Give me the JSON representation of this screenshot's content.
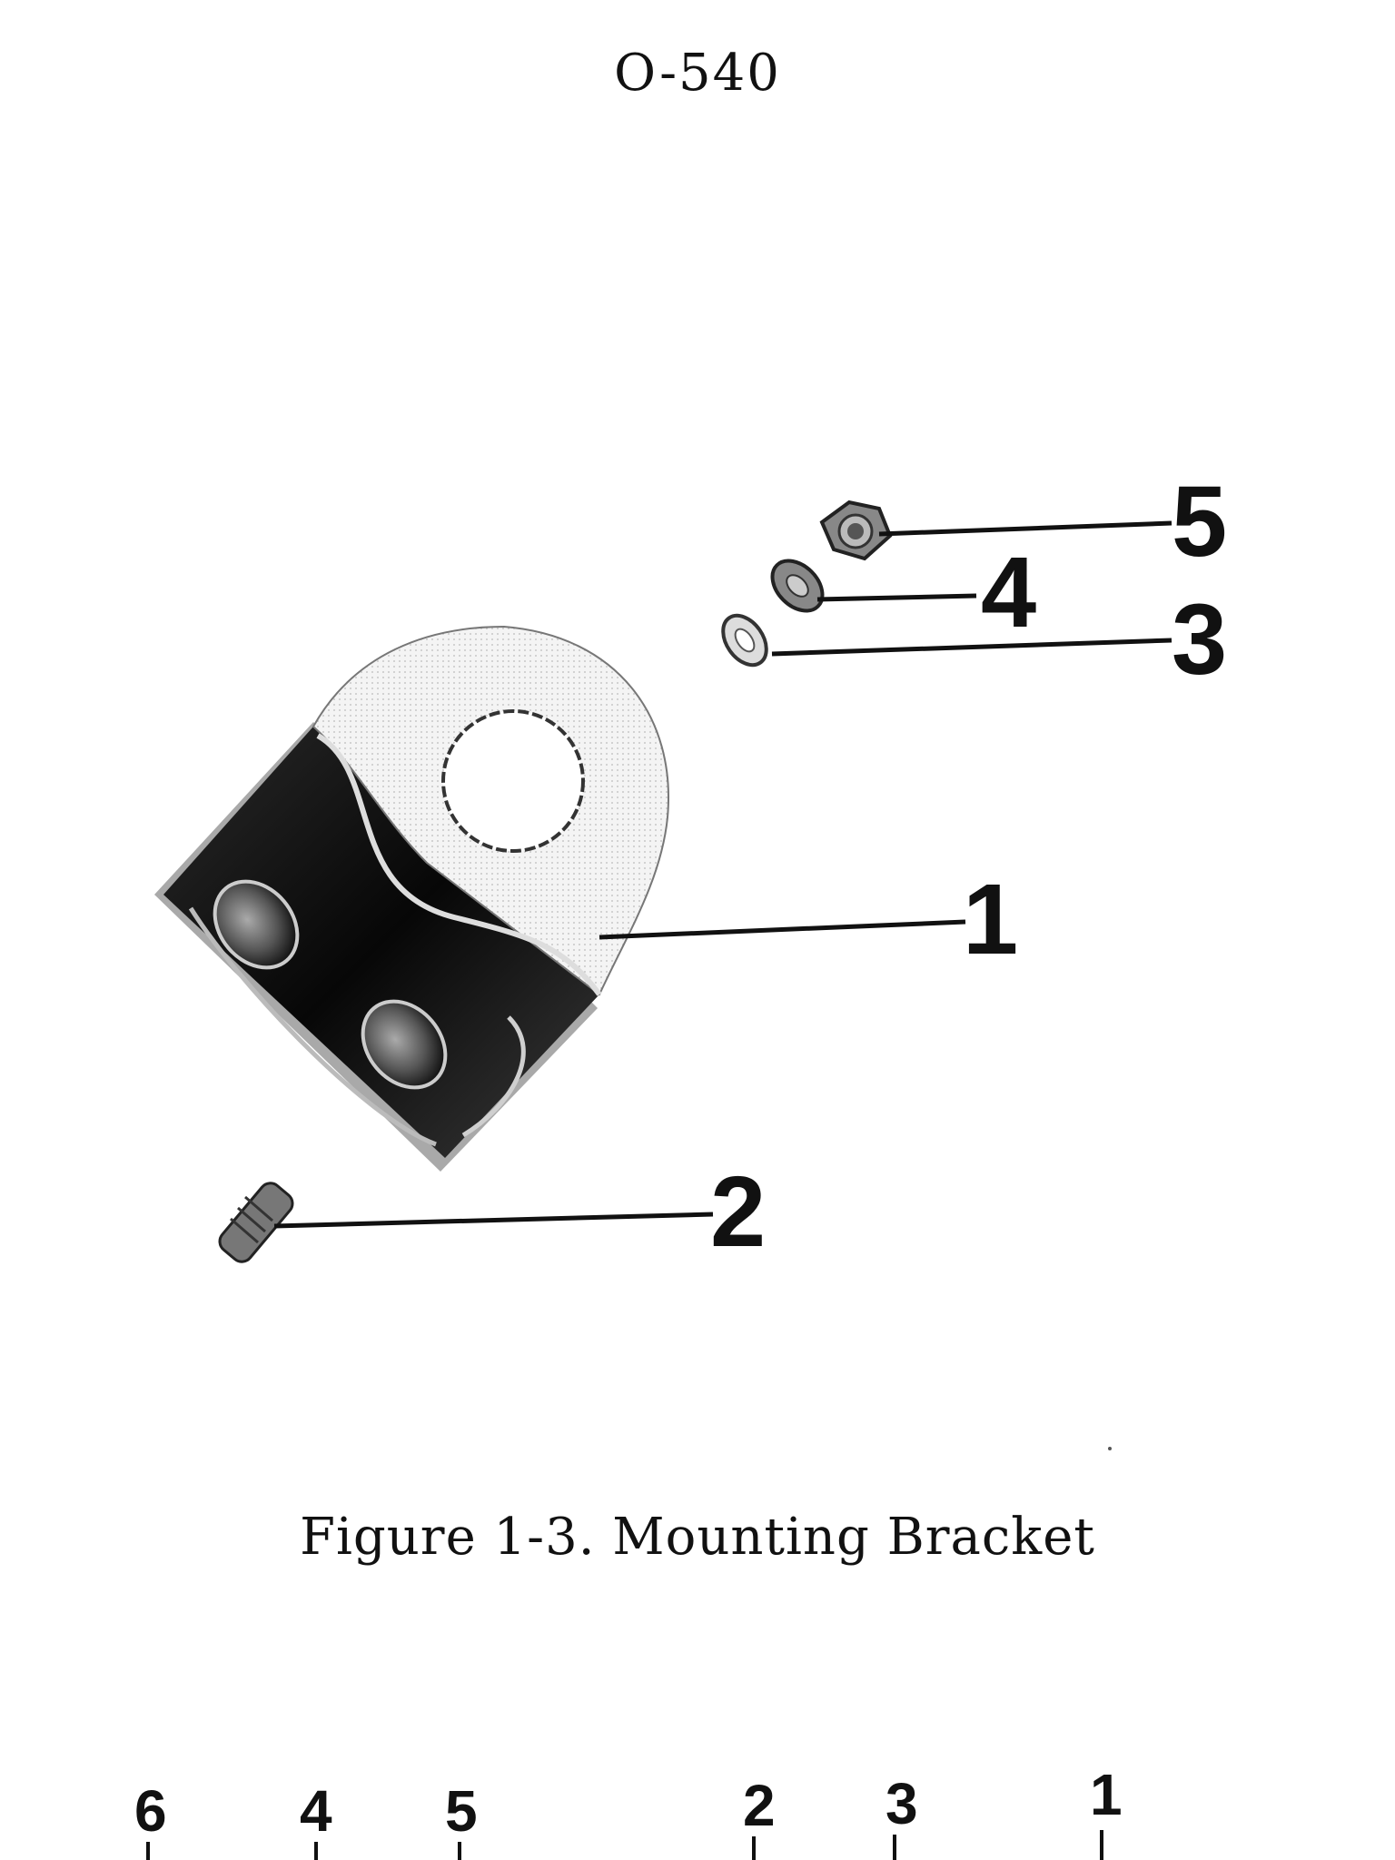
{
  "header": {
    "title": "O-540"
  },
  "figure": {
    "caption": "Figure 1-3.  Mounting Bracket",
    "callouts": [
      "1",
      "2",
      "3",
      "4",
      "5"
    ]
  },
  "bottom_strip": {
    "labels": [
      "6",
      "4",
      "5",
      "2",
      "3",
      "1"
    ]
  }
}
